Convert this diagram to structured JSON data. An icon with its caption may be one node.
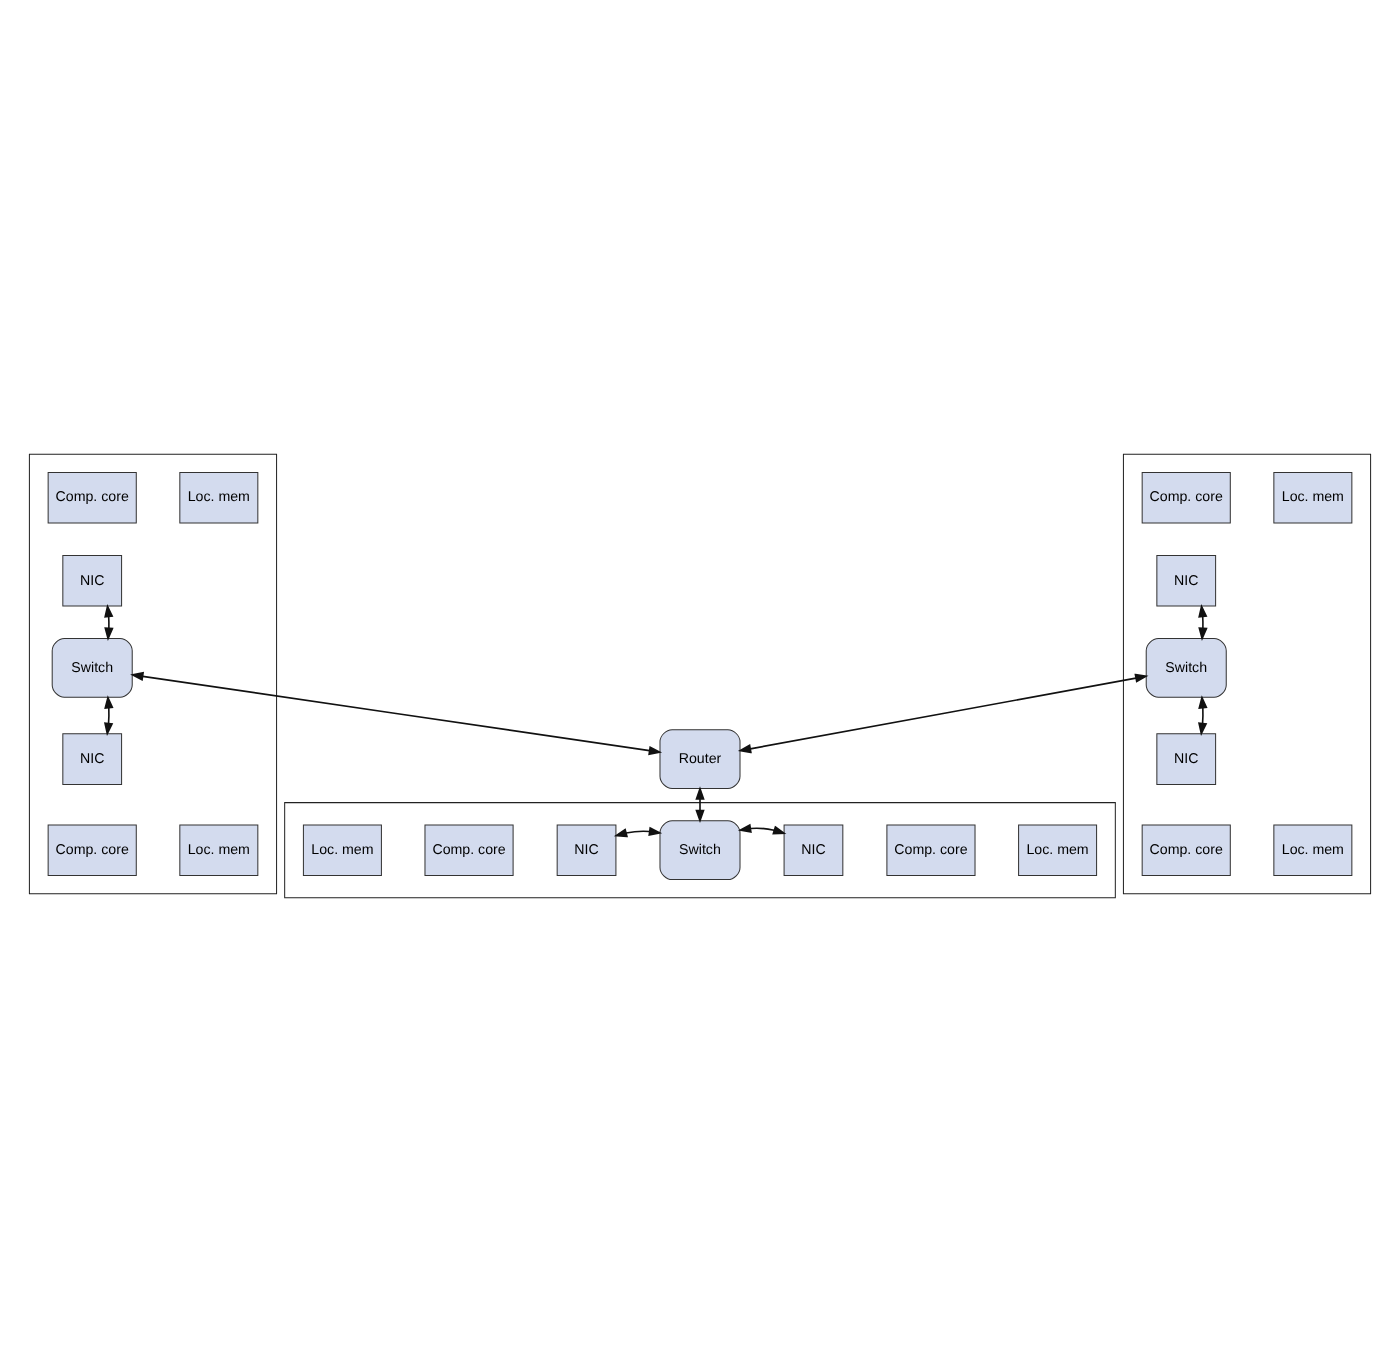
{
  "diagram": {
    "nodes": [
      {
        "text": [],
        "shape": "box"
      },
      {
        "text": [
          "Comp. core"
        ],
        "in": 0
      },
      {
        "text": [
          "Loc. mem"
        ],
        "in": 0
      },
      {
        "text": [
          "NIC"
        ],
        "in": 0
      },
      {
        "text": [
          "Switch"
        ],
        "in": 0
      },
      {
        "text": [
          "NIC"
        ],
        "in": 0
      },
      {
        "text": [
          "Comp. core"
        ],
        "in": 0
      },
      {
        "text": [
          "Loc. mem"
        ],
        "in": 0
      },
      {
        "text": [],
        "shape": "box"
      },
      {
        "text": [
          "Comp. core"
        ],
        "in": 8
      },
      {
        "text": [
          "Loc. mem"
        ],
        "in": 8
      },
      {
        "text": [
          "NIC"
        ],
        "in": 8
      },
      {
        "text": [
          "Switch"
        ],
        "in": 8
      },
      {
        "text": [
          "NIC"
        ],
        "in": 8
      },
      {
        "text": [
          "Comp. core"
        ],
        "in": 8
      },
      {
        "text": [
          "Loc. mem"
        ],
        "in": 8
      },
      {
        "text": [
          "Router"
        ]
      },
      {
        "text": [],
        "shape": "box"
      },
      {
        "text": [
          "Loc. mem"
        ],
        "in": 17
      },
      {
        "text": [
          "Comp. core"
        ],
        "in": 17
      },
      {
        "text": [
          "NIC"
        ],
        "in": 17
      },
      {
        "text": [
          "Switch"
        ],
        "in": 17
      },
      {
        "text": [
          "NIC"
        ],
        "in": 17
      },
      {
        "text": [
          "Comp. core"
        ],
        "in": 17
      },
      {
        "text": [
          "Loc. mem"
        ],
        "in": 17
      }
    ],
    "edges": [
      {
        "from": 3,
        "to": 4,
        "arrow": "both"
      },
      {
        "from": 4,
        "to": 5,
        "arrow": "both"
      },
      {
        "from": 11,
        "to": 12,
        "arrow": "both"
      },
      {
        "from": 12,
        "to": 13,
        "arrow": "both"
      },
      {
        "from": 4,
        "to": 16,
        "arrow": "both"
      },
      {
        "from": 12,
        "to": 16,
        "arrow": "both"
      },
      {
        "from": 16,
        "to": 21,
        "arrow": "both"
      },
      {
        "from": 20,
        "to": 21,
        "arrow": "both"
      },
      {
        "from": 21,
        "to": 22,
        "arrow": "both"
      }
    ]
  }
}
